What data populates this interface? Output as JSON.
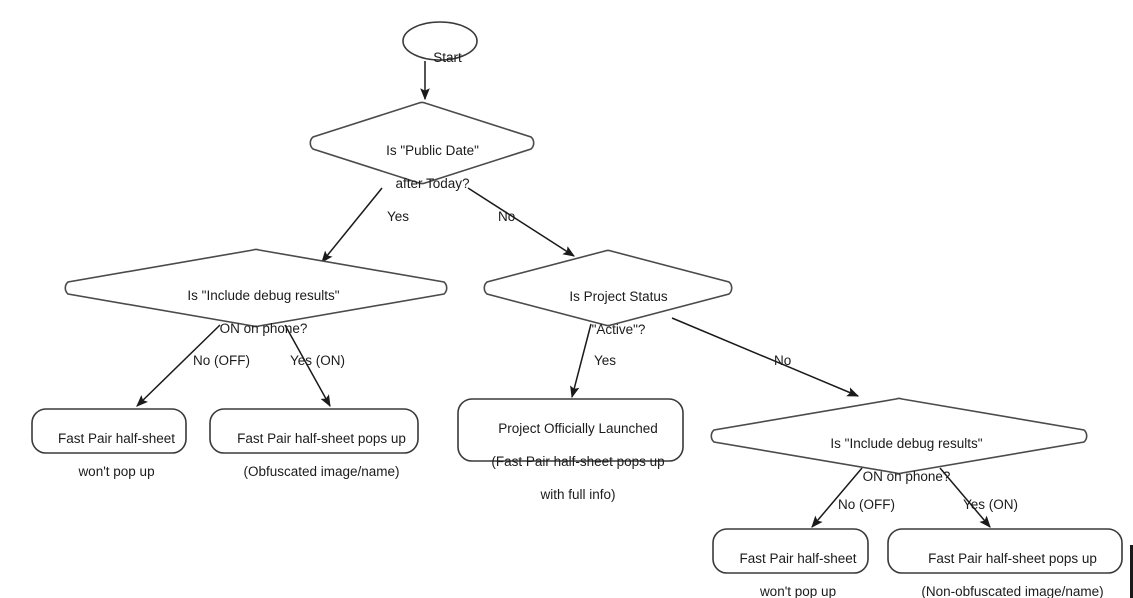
{
  "diagram": {
    "title": "Fast Pair half-sheet visibility decision flow",
    "background_color": "#ffffff",
    "line_color": "#1a1a1a",
    "shape_stroke_color": "#3a3a3a",
    "text_color": "#1b1b1b"
  },
  "nodes": {
    "start": {
      "shape": "ellipse",
      "label": "Start"
    },
    "public_date": {
      "shape": "diamond",
      "label_line1": "Is \"Public Date\"",
      "label_line2": "after Today?"
    },
    "debug_left": {
      "shape": "diamond",
      "label_line1": "Is \"Include debug results\"",
      "label_line2": "ON on phone?"
    },
    "project_status": {
      "shape": "diamond",
      "label_line1": "Is Project Status",
      "label_line2": "\"Active\"?"
    },
    "debug_right": {
      "shape": "diamond",
      "label_line1": "Is \"Include debug results\"",
      "label_line2": "ON on phone?"
    },
    "outcome_left_off": {
      "shape": "rounded-rect",
      "label_line1": "Fast Pair half-sheet",
      "label_line2": "won't pop up"
    },
    "outcome_left_on": {
      "shape": "rounded-rect",
      "label_line1": "Fast Pair half-sheet pops up",
      "label_line2": "(Obfuscated image/name)"
    },
    "outcome_launched": {
      "shape": "rounded-rect",
      "label_line1": "Project Officially Launched",
      "label_line2": "(Fast Pair half-sheet pops up",
      "label_line3": "with full info)"
    },
    "outcome_right_off": {
      "shape": "rounded-rect",
      "label_line1": "Fast Pair half-sheet",
      "label_line2": "won't pop up"
    },
    "outcome_right_on": {
      "shape": "rounded-rect",
      "label_line1": "Fast Pair half-sheet pops up",
      "label_line2": "(Non-obfuscated image/name)"
    }
  },
  "edge_labels": {
    "public_date_yes": "Yes",
    "public_date_no": "No",
    "debug_left_no": "No (OFF)",
    "debug_left_yes": "Yes (ON)",
    "project_status_yes": "Yes",
    "project_status_no": "No",
    "debug_right_no": "No (OFF)",
    "debug_right_yes": "Yes (ON)"
  }
}
